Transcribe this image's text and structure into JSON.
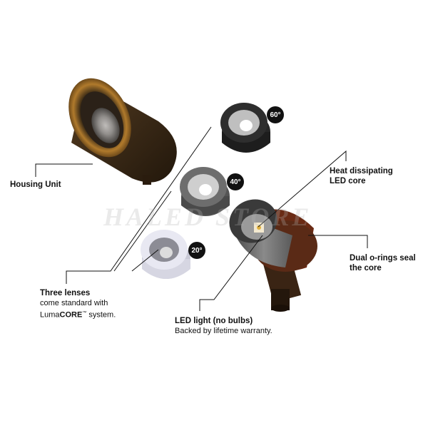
{
  "labels": {
    "housing": {
      "title": "Housing Unit"
    },
    "lenses": {
      "title": "Three lenses",
      "line1": "come standard with",
      "line2_prefix": "Luma",
      "line2_bold": "CORE",
      "line2_tm": "™",
      "line2_suffix": " system."
    },
    "heat": {
      "line1": "Heat dissipating",
      "line2": "LED core"
    },
    "orings": {
      "line1": "Dual o-rings seal",
      "line2": "the core"
    },
    "led": {
      "title": "LED light (no bulbs)",
      "sub": "Backed by lifetime warranty."
    }
  },
  "lens_badges": {
    "lens_60": "60°",
    "lens_40": "40°",
    "lens_20": "20°"
  },
  "watermark": "HALED STORE",
  "colors": {
    "bronze": "#3b2a17",
    "bronze_rim": "#a06b24",
    "lens_dark": "#2e2e2e",
    "lens_grey": "#6d6d6d",
    "lens_white": "#e8e8f2",
    "core_grey": "#6b6b6b",
    "oring": "#6a2a14"
  }
}
